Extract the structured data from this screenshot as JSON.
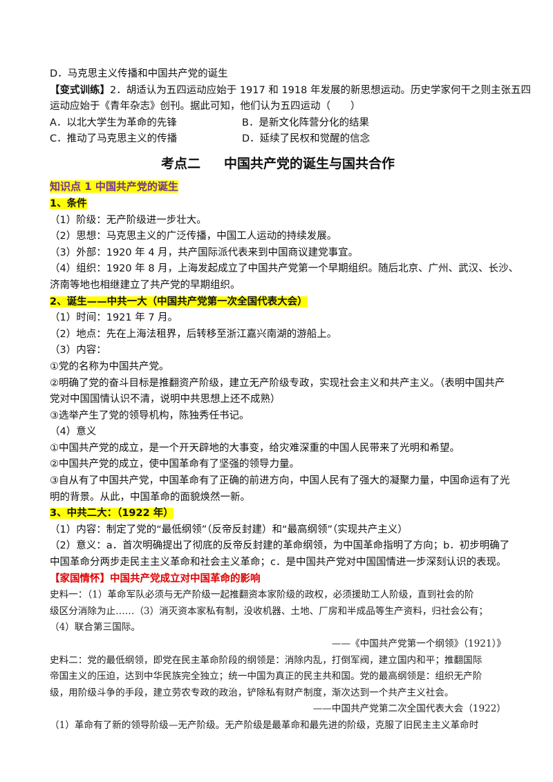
{
  "prev": {
    "option_d": "D．马克思主义传播和中国共产党的诞生",
    "bianshi_tag": "【变式训练】",
    "q2_line1": "2．胡适认为五四运动应始于 1917 和 1918 年发展的新思想运动。历史学家何干之则主张五四",
    "q2_line2": "运动应始于《青年杂志》创刊。据此可知，他们认为五四运动（　　）",
    "options": [
      "A．以北大学生为革命的先锋",
      "B．是新文化阵营分化的结果",
      "C．推动了马克思主义的传播",
      "D．延续了民权和觉醒的信念"
    ]
  },
  "section": {
    "title_a": "考点二",
    "title_b": "中国共产党的诞生与国共合作",
    "knowledge_point": "知识点 1 中国共产党的诞生"
  },
  "conditions": {
    "heading": "1、条件",
    "items": [
      "（1）阶级：无产阶级进一步壮大。",
      "（2）思想：马克思主义的广泛传播，中国工人运动的持续发展。",
      "（3）外部：1920 年 4 月，共产国际派代表来到中国商议建党事宜。",
      "（4）组织：1920 年 8 月，上海发起成立了中国共产党第一个早期组织。随后北京、广州、武汉、长沙、",
      "济南等地也相继建立了共产党的早期组织。"
    ]
  },
  "birth": {
    "heading": "2、诞生——中共一大（中国共产党第一次全国代表大会）",
    "items": [
      "（1）时间：1921 年 7 月。",
      "（2）地点：先在上海法租界，后转移至浙江嘉兴南湖的游船上。",
      "（3）内容：",
      "①党的名称为中国共产党。",
      "②明确了党的奋斗目标是推翻资产阶级，建立无产阶级专政，实现社会主义和共产主义。（表明中国共产",
      "党对中国国情认识不清，说明中共思想上还不成熟）",
      "③选举产生了党的领导机构，陈独秀任书记。",
      "（4）意义",
      "①中国共产党的成立，是一个开天辟地的大事变，给灾难深重的中国人民带来了光明和希望。",
      "②中国共产党的成立，使中国革命有了坚强的领导力量。",
      "③自从有了中国共产党，中国革命有了正确的前进方向，中国人民有了强大的凝聚力量，中国命运有了光",
      "明的背景。从此，中国革命的面貌焕然一新。"
    ]
  },
  "second": {
    "heading": "3、中共二大：（1922 年）",
    "items": [
      "（1）内容：制定了党的“最低纲领”（反帝反封建）和“最高纲领”（实现共产主义）",
      "（2）意义：a．首次明确提出了彻底的反帝反封建的革命纲领，为中国革命指明了方向；b．初步明确了",
      "中国革命分两步走民主主义革命和社会主义革命；c．是中国共产党对中国国情进一步深刻认识的表现。"
    ]
  },
  "jiaguo": {
    "heading": "【家国情怀】中国共产党成立对中国革命的影响",
    "s1_lines": [
      "史料一：（1）革命军队必须与无产阶级一起推翻资本家阶级的政权，必须援助工人阶级，直到社会的阶",
      "级区分消除为止……（3）消灭资本家私有制，没收机器、土地、厂房和半成品等生产资料，归社会公有；",
      "（4）联合第三国际。"
    ],
    "s1_source": "——《中国共产党第一个纲领》（1921）》",
    "s2_lines": [
      "史料二：党的最低纲领，即党在民主革命阶段的纲领是：消除内乱，打倒军阀，建立国内和平；推翻国际",
      "帝国主义的压迫，达到中华民族完全独立；统一中国为真正的民主共和国。党的最高纲领是：组织无产阶",
      "级，用阶级斗争的手段，建立劳农专政的政治，铲除私有财产制度，渐次达到一个共产主义社会。"
    ],
    "s2_source": "——中国共产党第二次全国代表大会（1922）",
    "answer_line": "（1）革命有了新的领导阶级—无产阶级。无产阶级是最革命和最先进的阶级，克服了旧民主主义革命时"
  }
}
